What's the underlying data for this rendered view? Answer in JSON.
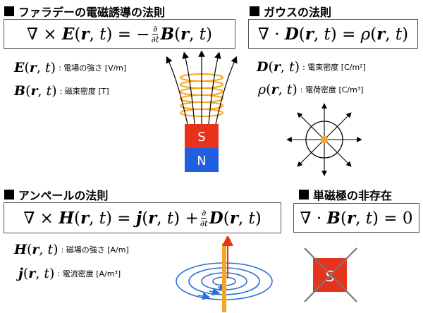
{
  "faraday": {
    "heading": "ファラデーの電磁誘導の法則",
    "e_def": ": 電場の強さ [V/m]",
    "b_def": ": 磁束密度 [T]",
    "magnet_top": "S",
    "magnet_bottom": "N"
  },
  "gauss": {
    "heading": "ガウスの法則",
    "d_def": ": 電束密度 [C/m²]",
    "rho_def": ": 電荷密度 [C/m³]"
  },
  "ampere": {
    "heading": "アンペールの法則",
    "h_def": ": 磁場の強さ [A/m]",
    "j_def": ": 電流密度 [A/m³]"
  },
  "monopole": {
    "heading": "単磁極の非存在",
    "magnet_label": "S"
  },
  "colors": {
    "magnet_south": "#e8331c",
    "magnet_north": "#1f5fe0",
    "coil": "#f5a623",
    "field_lines": "#2a6fd8",
    "current_arrow": "#e8331c"
  }
}
